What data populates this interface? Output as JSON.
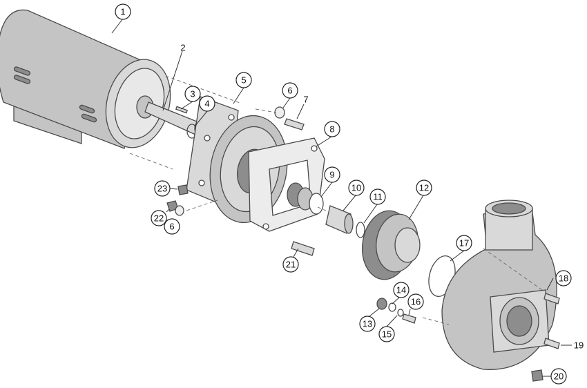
{
  "callouts": [
    {
      "id": "c1",
      "text": "1"
    },
    {
      "id": "c2",
      "text": "2"
    },
    {
      "id": "c3",
      "text": "3"
    },
    {
      "id": "c4",
      "text": "4"
    },
    {
      "id": "c5",
      "text": "5"
    },
    {
      "id": "c6a",
      "text": "6"
    },
    {
      "id": "c6b",
      "text": "6"
    },
    {
      "id": "c7",
      "text": "7"
    },
    {
      "id": "c8",
      "text": "8"
    },
    {
      "id": "c9",
      "text": "9"
    },
    {
      "id": "c10",
      "text": "10"
    },
    {
      "id": "c11",
      "text": "11"
    },
    {
      "id": "c12",
      "text": "12"
    },
    {
      "id": "c13",
      "text": "13"
    },
    {
      "id": "c14",
      "text": "14"
    },
    {
      "id": "c15",
      "text": "15"
    },
    {
      "id": "c16",
      "text": "16"
    },
    {
      "id": "c17",
      "text": "17"
    },
    {
      "id": "c18",
      "text": "18"
    },
    {
      "id": "c19",
      "text": "19"
    },
    {
      "id": "c20",
      "text": "20"
    },
    {
      "id": "c21",
      "text": "21"
    },
    {
      "id": "c22",
      "text": "22"
    },
    {
      "id": "c23",
      "text": "23"
    }
  ]
}
